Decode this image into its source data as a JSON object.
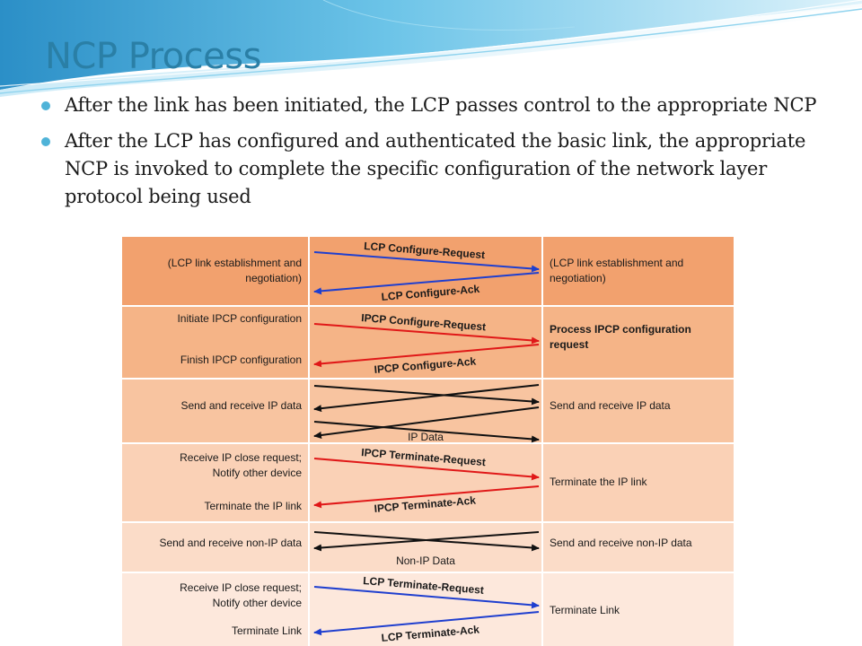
{
  "slide": {
    "title": "NCP Process",
    "bullets": [
      "After the link has been initiated, the LCP passes control to the appropriate NCP",
      "After the LCP has configured and authenticated the basic link, the appropriate NCP is invoked to complete the specific configuration of the network layer protocol being used"
    ]
  },
  "colors": {
    "title": "#2a7fa6",
    "bullet": "#4fb3d8",
    "arrow_blue": "#1f3fcf",
    "arrow_red": "#e01818",
    "arrow_black": "#111111",
    "band_colors": [
      "#f2a16e",
      "#f5b487",
      "#f8c4a0",
      "#fad1b6",
      "#fbdcc8",
      "#fde8dc"
    ]
  },
  "diagram": {
    "bands": [
      {
        "left": [
          "(LCP link establishment and",
          "negotiation)"
        ],
        "right": [
          "(LCP link establishment and",
          "negotiation)"
        ],
        "messages": [
          "LCP Configure-Request",
          "LCP Configure-Ack"
        ]
      },
      {
        "left": [
          "Initiate IPCP configuration",
          "Finish IPCP configuration"
        ],
        "right": [
          "Process IPCP configuration",
          "request"
        ],
        "messages": [
          "IPCP Configure-Request",
          "IPCP Configure-Ack"
        ]
      },
      {
        "left": [
          "Send and receive IP data"
        ],
        "right": [
          "Send and receive IP data"
        ],
        "messages": [
          "IP Data"
        ]
      },
      {
        "left": [
          "Receive IP close request;",
          "Notify other device",
          "Terminate the IP link"
        ],
        "right": [
          "Terminate the IP link"
        ],
        "messages": [
          "IPCP Terminate-Request",
          "IPCP Terminate-Ack"
        ]
      },
      {
        "left": [
          "Send and receive non-IP data"
        ],
        "right": [
          "Send and receive non-IP data"
        ],
        "messages": [
          "Non-IP Data"
        ]
      },
      {
        "left": [
          "Receive IP close request;",
          "Notify other device",
          "Terminate Link"
        ],
        "right": [
          "Terminate Link"
        ],
        "messages": [
          "LCP Terminate-Request",
          "LCP Terminate-Ack"
        ]
      }
    ]
  }
}
